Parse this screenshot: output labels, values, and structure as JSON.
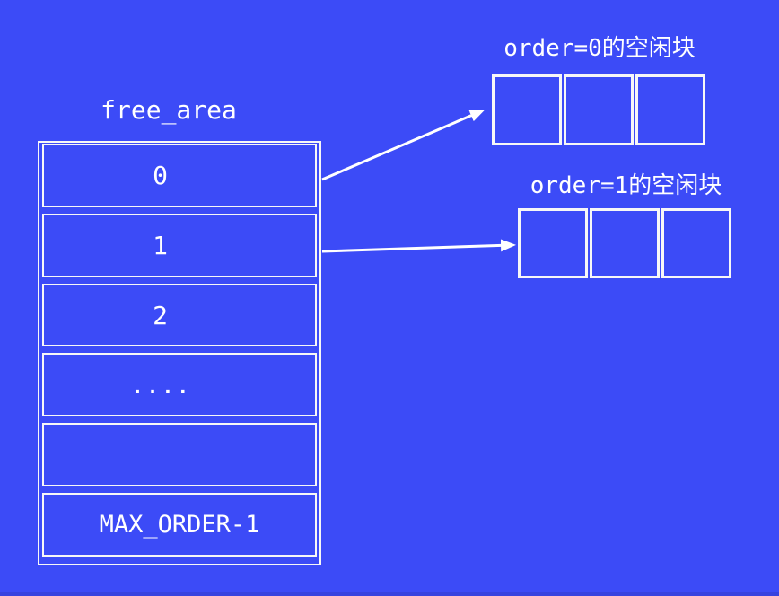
{
  "diagram": {
    "title": "free_area",
    "array_cells": {
      "c0": "0",
      "c1": "1",
      "c2": "2",
      "c3": "....",
      "c4": "",
      "c5": "MAX_ORDER-1"
    },
    "free_block_rows": [
      {
        "label": "order=0的空闲块",
        "cell_count": 3
      },
      {
        "label": "order=1的空闲块",
        "cell_count": 3
      }
    ],
    "arrows": [
      {
        "from": "free_area cell 0",
        "to": "order=0 free block row"
      },
      {
        "from": "free_area cell 1",
        "to": "order=1 free block row"
      }
    ],
    "colors": {
      "background": "#3C4BF7",
      "bottom_strip": "#3743DF",
      "border": "#F7F7F7",
      "text": "#FFFFFF",
      "arrow": "#FFFFFF"
    }
  }
}
